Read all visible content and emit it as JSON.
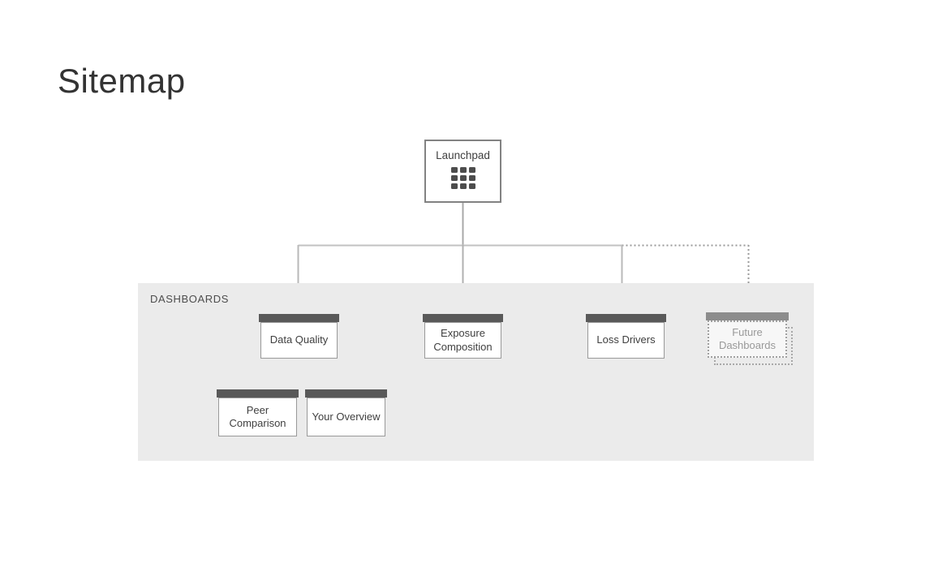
{
  "page": {
    "title": "Sitemap"
  },
  "section": {
    "label": "DASHBOARDS"
  },
  "nodes": {
    "launchpad": {
      "label": "Launchpad",
      "icon": "grid-icon"
    },
    "dashboards": [
      {
        "label": "Data Quality"
      },
      {
        "label": "Exposure Composition"
      },
      {
        "label": "Loss Drivers"
      },
      {
        "label": "Future Dashboards",
        "state": "planned"
      }
    ],
    "data_quality_children": [
      {
        "label": "Peer Comparison"
      },
      {
        "label": "Your Overview"
      }
    ]
  },
  "colors": {
    "node_header": "#595959",
    "future_node_header": "#8c8c8c",
    "panel_background": "#ebebeb",
    "connector_solid": "#b9b9b9",
    "connector_dotted": "#9a9a9a",
    "node_border": "#999999",
    "text_primary": "#404040",
    "text_muted": "#999999"
  }
}
